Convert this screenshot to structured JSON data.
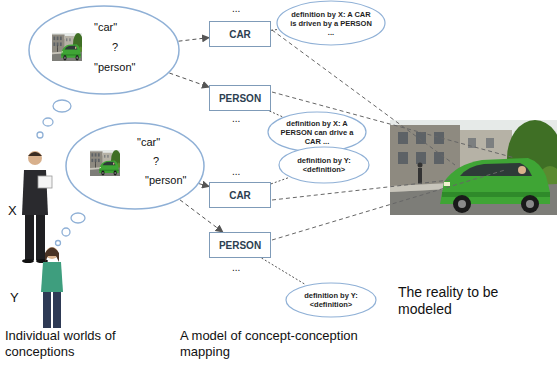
{
  "diagram": {
    "nodes": [
      {
        "text": [
          "\"car\"",
          "?",
          "\"person\""
        ]
      },
      {
        "text": [
          "CAR"
        ]
      },
      {
        "text": [
          "definition by X: A CAR is driven by a PERSON ..."
        ]
      },
      {
        "text": [
          "PERSON"
        ]
      },
      {
        "text": [
          "definition by X: A PERSON can drive a CAR ..."
        ]
      },
      {
        "text": [
          "\"car\"",
          "?",
          "\"person\""
        ]
      },
      {
        "text": [
          "CAR"
        ]
      },
      {
        "text": [
          "definition by Y: <definition>"
        ]
      },
      {
        "text": [
          "PERSON"
        ]
      },
      {
        "text": [
          "definition by Y: <definition>"
        ]
      }
    ],
    "edges": [
      {
        "from": 0,
        "to": 1,
        "arrow": "to"
      },
      {
        "from": 0,
        "to": 3,
        "arrow": "to"
      },
      {
        "from": 5,
        "to": 6,
        "arrow": "to"
      },
      {
        "from": 5,
        "to": 8,
        "arrow": "to"
      },
      {
        "from": 1,
        "to": 2,
        "arrow": "none"
      },
      {
        "from": 3,
        "to": 4,
        "arrow": "none"
      },
      {
        "from": 6,
        "to": 7,
        "arrow": "none"
      },
      {
        "from": 8,
        "to": 9,
        "arrow": "none"
      }
    ],
    "labels": [
      "...",
      "...",
      "...",
      "...",
      "X",
      "Y",
      "The reality to be modeled",
      "Individual worlds of conceptions",
      "A model of concept-conception mapping"
    ]
  }
}
